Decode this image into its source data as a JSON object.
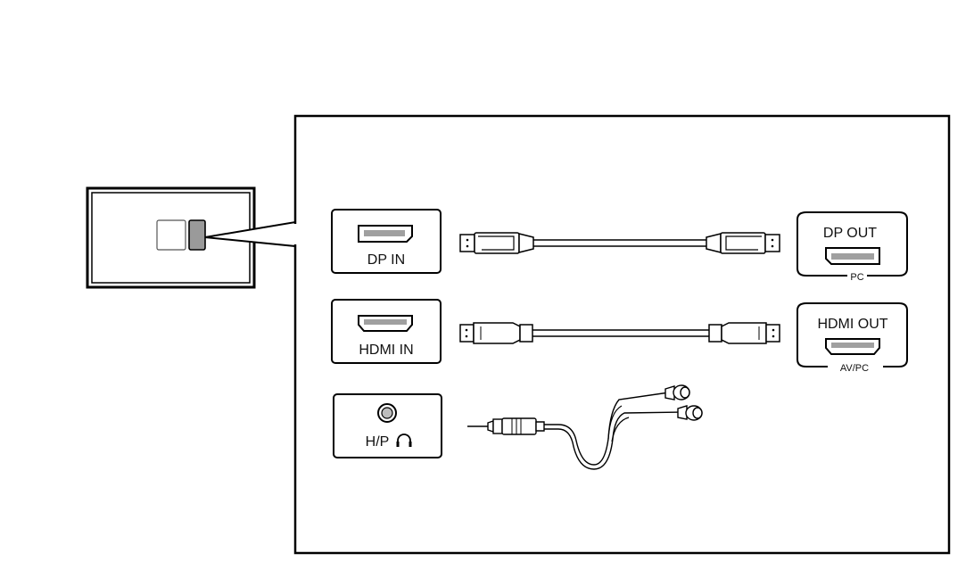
{
  "ports": {
    "dp_in": "DP IN",
    "hdmi_in": "HDMI IN",
    "headphone": "H/P",
    "dp_out": "DP OUT",
    "dp_out_source": "PC",
    "hdmi_out": "HDMI OUT",
    "hdmi_out_source": "AV/PC"
  },
  "icons": [
    "displayport-icon",
    "hdmi-icon",
    "headphone-jack-icon",
    "headphone-icon"
  ]
}
